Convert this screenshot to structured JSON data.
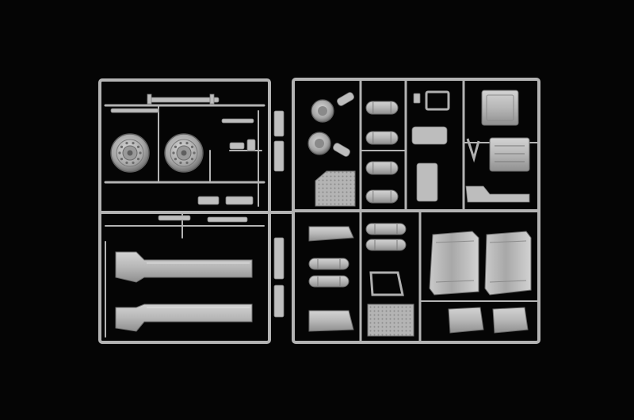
{
  "scene": {
    "subject": "plastic-model-kit-sprue",
    "background_color": "#050505",
    "plastic_color": "#b9b9b9",
    "plastic_shadow_color": "#8d8d8d",
    "plastic_highlight_color": "#d6d6d6"
  },
  "left_frame": {
    "parts": [
      "wheel-rim",
      "wheel-rim",
      "fuel-tank-strap",
      "fuel-tank-strap",
      "side-skirt",
      "side-skirt"
    ]
  },
  "right_frame": {
    "parts": [
      "headlight-housing",
      "headlight-housing",
      "air-tank",
      "air-tank",
      "air-tank",
      "air-tank",
      "air-tank",
      "air-tank",
      "air-tank",
      "air-tank",
      "battery-box",
      "battery-box",
      "mud-flap",
      "mud-flap",
      "step-plate",
      "step-plate",
      "tread-plate"
    ]
  }
}
